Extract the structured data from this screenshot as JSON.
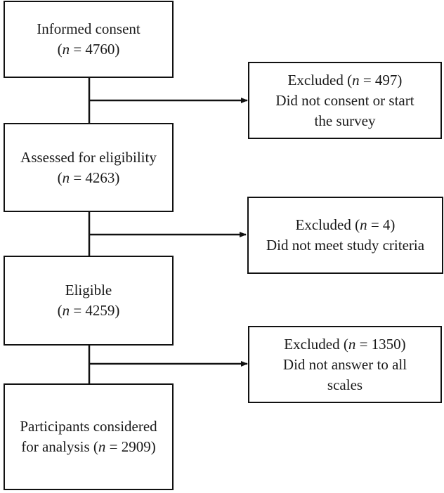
{
  "diagram": {
    "main_boxes": [
      {
        "name": "informed-consent",
        "line1": "Informed consent",
        "n_label": "n",
        "n_value": " = 4760",
        "suffix": ""
      },
      {
        "name": "assessed-eligibility",
        "line1": "Assessed for eligibility",
        "n_label": "n",
        "n_value": " = 4263",
        "suffix": ""
      },
      {
        "name": "eligible",
        "line1": "Eligible",
        "n_label": "n",
        "n_value": " = 4259",
        "suffix": ""
      },
      {
        "name": "participants-analysis",
        "line1": "Participants considered",
        "line2_prefix": "for analysis (",
        "n_label": "n",
        "n_value": " = 2909)"
      }
    ],
    "excluded_boxes": [
      {
        "name": "excluded-1",
        "prefix": "Excluded (",
        "n_label": "n",
        "n_value": " = 497)",
        "reason_line1": "Did not consent or start",
        "reason_line2": "the survey"
      },
      {
        "name": "excluded-2",
        "prefix": "Excluded (",
        "n_label": "n",
        "n_value": " = 4)",
        "reason_line1": "Did not meet study criteria",
        "reason_line2": ""
      },
      {
        "name": "excluded-3",
        "prefix": "Excluded (",
        "n_label": "n",
        "n_value": " = 1350)",
        "reason_line1": "Did not answer to all",
        "reason_line2": "scales"
      }
    ]
  },
  "colors": {
    "stroke": "#111111",
    "background": "#ffffff",
    "text": "#1a1a1a"
  }
}
